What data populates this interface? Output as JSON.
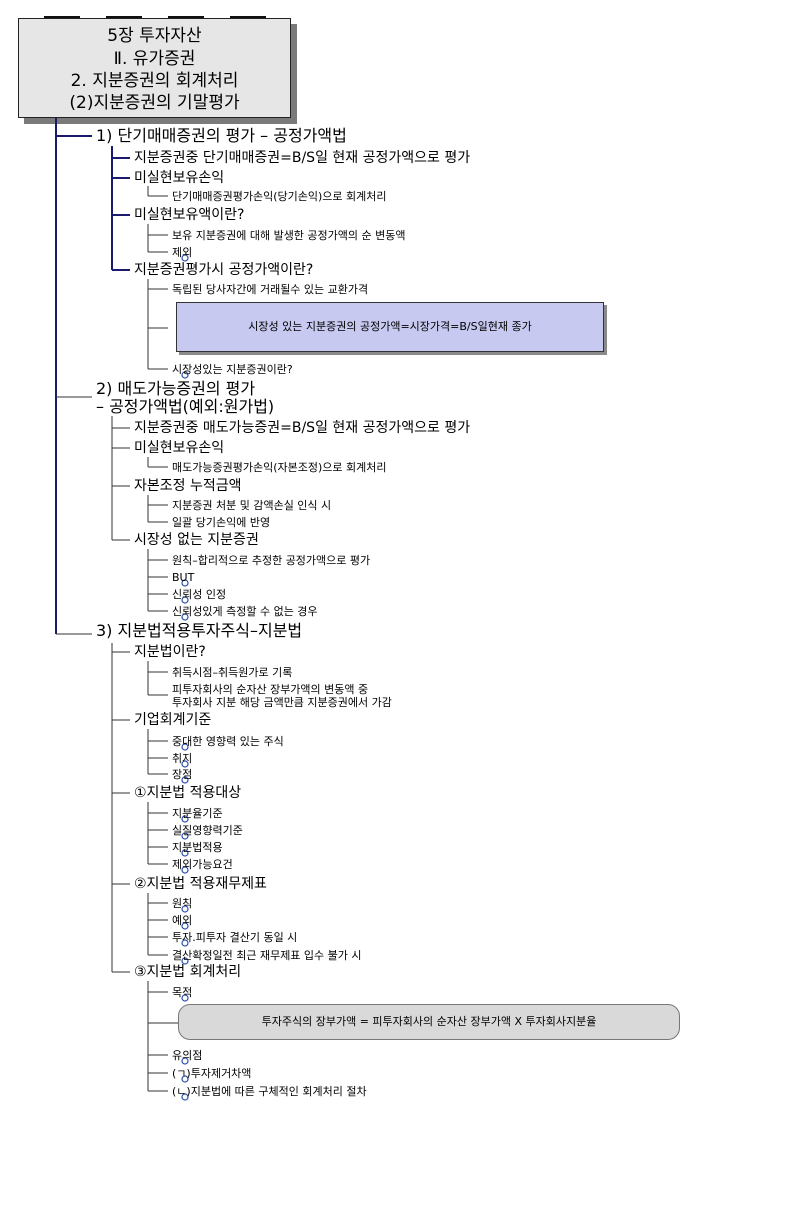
{
  "title": {
    "lines": [
      "5장 투자자산",
      "Ⅱ. 유가증권",
      "2. 지분증권의 회계처리",
      "(2)지분증권의 기말평가"
    ]
  },
  "sections": {
    "s1": {
      "heading": "1) 단기매매증권의 평가 – 공정가액법",
      "a": "지분증권중 단기매매증권=B/S일 현재 공정가액으로 평가",
      "b": "미실현보유손익",
      "b1": "단기매매증권평가손익(당기손익)으로 회계처리",
      "c": "미실현보유액이란?",
      "c1": "보유 지분증권에 대해 발생한 공정가액의 순 변동액",
      "c2": "제외",
      "d": "지분증권평가시 공정가액이란?",
      "d1": "독립된 당사자간에 거래될수 있는 교환가격",
      "d2_box": "시장성 있는 지분증권의 공정가액=시장가격=B/S일현재 종가",
      "d3": "시장성있는 지분증권이란?"
    },
    "s2": {
      "heading_line1": "2) 매도가능증권의 평가",
      "heading_line2": "– 공정가액법(예외:원가법)",
      "a": "지분증권중 매도가능증권=B/S일 현재 공정가액으로 평가",
      "b": "미실현보유손익",
      "b1": "매도가능증권평가손익(자본조정)으로 회계처리",
      "c": "자본조정 누적금액",
      "c1": "지분증권 처분 및 감액손실 인식 시",
      "c2": "일괄 당기손익에 반영",
      "d": "시장성 없는 지분증권",
      "d1": "원칙–합리적으로 추정한 공정가액으로 평가",
      "d2": "BUT",
      "d3": "신뢰성 인정",
      "d4": "신뢰성있게 측정할 수 없는 경우"
    },
    "s3": {
      "heading": "3) 지분법적용투자주식–지분법",
      "a": "지분법이란?",
      "a1": "취득시점–취득원가로 기록",
      "a2_line1": "피투자회사의 순자산 장부가액의 변동액 중",
      "a2_line2": "투자회사 지분 해당 금액만큼 지분증권에서 가감",
      "b": "기업회계기준",
      "b1": "중대한 영향력 있는 주식",
      "b2": "취지",
      "b3": "장점",
      "c": "①지분법 적용대상",
      "c1": "지분율기준",
      "c2": "실질영향력기준",
      "c3": "지분법적용",
      "c4": "제외가능요건",
      "d": "②지분법 적용재무제표",
      "d1": "원칙",
      "d2": "예외",
      "d3": "투자.피투자 결산기 동일 시",
      "d4": "결산확정일전 최근 재무제표 입수 불가 시",
      "e": "③지분법 회계처리",
      "e1": "목적",
      "e2_box": "투자주식의 장부가액 = 피투자회사의 순자산 장부가액 X 투자회사지분율",
      "e3": "유의점",
      "e4": "(ㄱ)투자제거차액",
      "e5": "(ㄴ)지분법에 따른 구체적인 회계처리 절차"
    }
  }
}
